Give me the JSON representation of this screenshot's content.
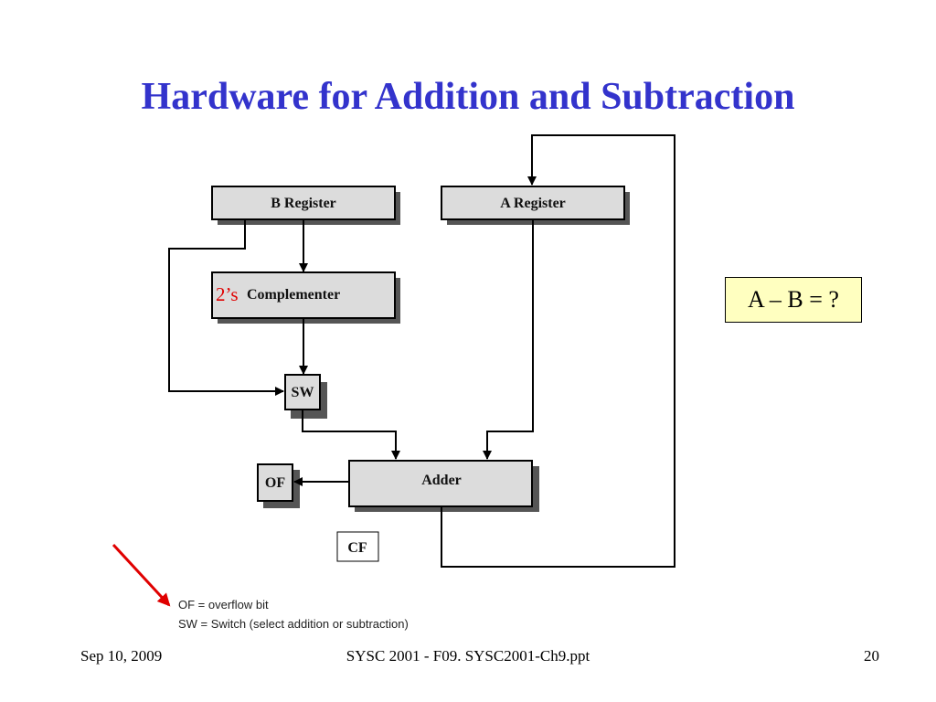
{
  "slide": {
    "title": "Hardware for Addition and Subtraction",
    "question": "A – B = ?",
    "footer_date": "Sep 10, 2009",
    "footer_center": "SYSC 2001 - F09. SYSC2001-Ch9.ppt",
    "footer_page": "20"
  },
  "diagram": {
    "b_register": "B Register",
    "a_register": "A Register",
    "complementer_prefix": "2’s",
    "complementer": "Complementer",
    "sw": "SW",
    "adder": "Adder",
    "of": "OF",
    "cf": "CF",
    "legend": [
      "OF = overflow bit",
      "SW = Switch (select addition or subtraction)"
    ]
  },
  "colors": {
    "title": "#3333cc",
    "box_fill": "#dcdcdc",
    "box_shadow": "#555555",
    "highlight_box": "#ffffc0",
    "annotation_red": "#e00000"
  }
}
